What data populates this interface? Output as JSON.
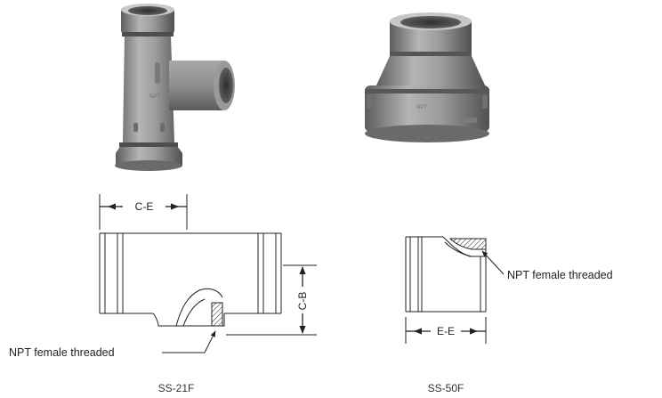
{
  "tee": {
    "model": "SS-21F",
    "dim_width": "C-E",
    "dim_height": "C-B",
    "note": "NPT female threaded",
    "photo_casting_text": "NPT"
  },
  "reducer": {
    "model": "SS-50F",
    "dim_width": "E-E",
    "note": "NPT female threaded",
    "photo_casting_text": "NPT"
  },
  "colors": {
    "line": "#222222",
    "metal_light": "#b9b9b9",
    "metal_mid": "#8d8d8d",
    "metal_dark": "#555555"
  }
}
